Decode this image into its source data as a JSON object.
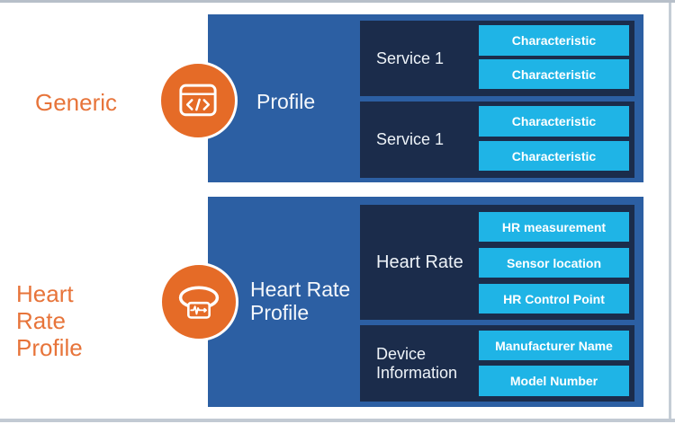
{
  "colors": {
    "accent_orange": "#e56b27",
    "side_label_orange": "#e7743a",
    "panel_blue": "#2c5fa3",
    "service_navy": "#1b2c4b",
    "characteristic_cyan": "#1fb4e6",
    "frame_gray": "#b7bfc9"
  },
  "generic": {
    "side_label": "Generic",
    "icon": "code-window-icon",
    "panel_title": "Profile",
    "services": [
      {
        "name": "Service 1",
        "characteristics": [
          "Characteristic",
          "Characteristic"
        ]
      },
      {
        "name": "Service 1",
        "characteristics": [
          "Characteristic",
          "Characteristic"
        ]
      }
    ]
  },
  "heart_rate": {
    "side_label": "Heart Rate Profile",
    "icon": "fitness-band-icon",
    "panel_title": "Heart Rate Profile",
    "services": [
      {
        "name": "Heart Rate",
        "characteristics": [
          "HR measurement",
          "Sensor location",
          "HR Control Point"
        ]
      },
      {
        "name": "Device Information",
        "characteristics": [
          "Manufacturer Name",
          "Model Number"
        ]
      }
    ]
  }
}
